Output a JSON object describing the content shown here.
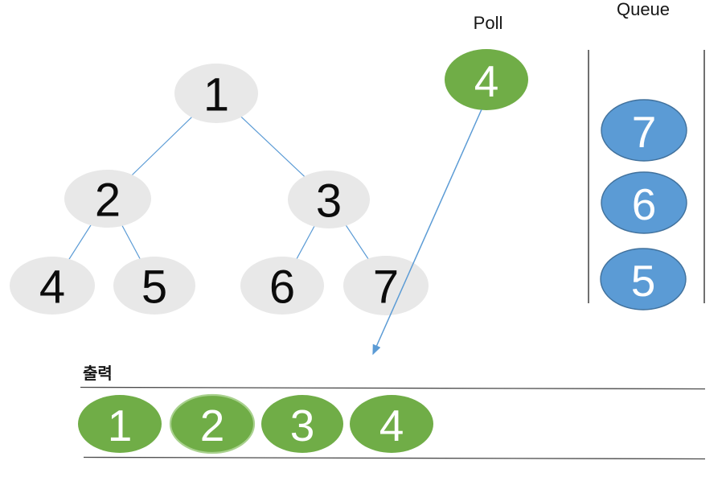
{
  "labels": {
    "poll": "Poll",
    "queue": "Queue",
    "output": "출력"
  },
  "tree": {
    "description": "binary tree being traversed in level order (BFS)",
    "nodes": [
      {
        "value": "1"
      },
      {
        "value": "2"
      },
      {
        "value": "3"
      },
      {
        "value": "4"
      },
      {
        "value": "5"
      },
      {
        "value": "6"
      },
      {
        "value": "7"
      }
    ],
    "edges": [
      [
        "1",
        "2"
      ],
      [
        "1",
        "3"
      ],
      [
        "2",
        "4"
      ],
      [
        "2",
        "5"
      ],
      [
        "3",
        "6"
      ],
      [
        "3",
        "7"
      ]
    ]
  },
  "poll": {
    "value": "4"
  },
  "queue": {
    "items": [
      "7",
      "6",
      "5"
    ]
  },
  "output": {
    "items": [
      "1",
      "2",
      "3",
      "4"
    ]
  },
  "colors": {
    "gray_node": "#e8e8e8",
    "green": "#70ad47",
    "green_ring": "#a9d18e",
    "blue": "#5b9bd5",
    "blue_border": "#41719c",
    "edge_blue": "#5b9bd5",
    "line_dark": "#404040"
  }
}
